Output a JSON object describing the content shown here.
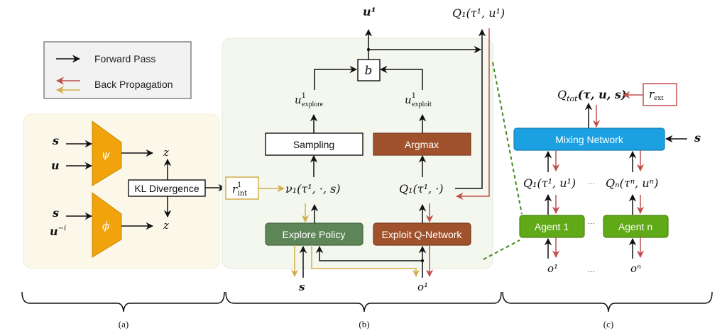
{
  "legend": {
    "forward_label": "Forward Pass",
    "backprop_label": "Back Propagation"
  },
  "colors": {
    "forward": "#111111",
    "backprop_red": "#c0504d",
    "backprop_gold": "#d4ac4a",
    "panel_a_bg": "#fbf8ea",
    "panel_b_bg": "#f3f7ee",
    "encoder_fill": "#f0a30a",
    "explore_policy_fill": "#5e8558",
    "exploit_fill": "#a0522d",
    "mixing_fill": "#1ba1e2",
    "agent_fill": "#60a917",
    "dashed_green": "#3e8a1c"
  },
  "panel_a": {
    "input_s_top": "s",
    "input_u": "u",
    "encoder_psi": "ψ",
    "output_z_top": "z",
    "input_s_bottom": "s",
    "input_u_minus": "u",
    "input_u_minus_sup": "−i",
    "encoder_phi": "ϕ",
    "output_z_bottom": "z",
    "kl_label": "KL Divergence"
  },
  "panel_b": {
    "r_int": "r",
    "r_int_sup": "1",
    "r_int_sub": "int",
    "nu_label": "ν₁(τ¹, ·, s)",
    "q1_dot_label": "Q₁(τ¹, ·)",
    "sampling_label": "Sampling",
    "argmax_label": "Argmax",
    "u_explore": "u",
    "u_explore_sup": "1",
    "u_explore_sub": "explore",
    "u_exploit": "u",
    "u_exploit_sup": "1",
    "u_exploit_sub": "exploit",
    "b_label": "b",
    "u1_output": "u¹",
    "q1_output": "Q₁(τ¹, u¹)",
    "explore_policy_label": "Explore Policy",
    "exploit_qnet_label": "Exploit Q-Network",
    "input_s": "s",
    "input_o1": "o¹"
  },
  "panel_c": {
    "qtot_label": "Q",
    "qtot_sub": "tot",
    "qtot_args": "(τ, u, s)",
    "r_ext": "r",
    "r_ext_sub": "ext",
    "mixing_label": "Mixing Network",
    "input_s": "s",
    "q1_label": "Q₁(τ¹, u¹)",
    "qn_label": "Qₙ(τⁿ, uⁿ)",
    "ellipsis": "···",
    "agent1_label": "Agent 1",
    "agentn_label": "Agent n",
    "o1_label": "o¹",
    "on_label": "oⁿ"
  },
  "captions": {
    "a": "(a)",
    "b": "(b)",
    "c": "(c)"
  }
}
